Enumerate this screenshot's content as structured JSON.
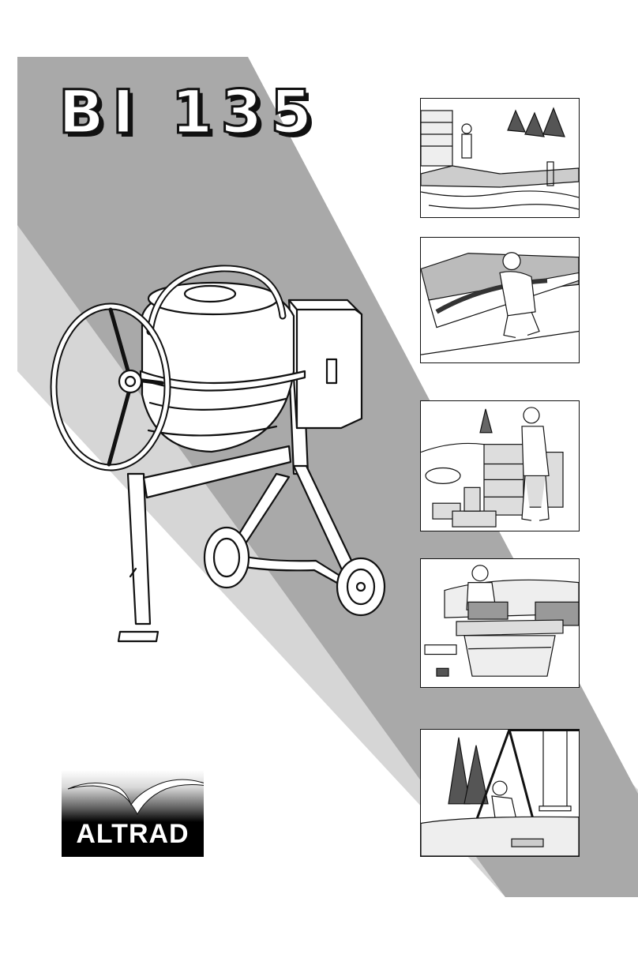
{
  "cover": {
    "model_title": "BI 135",
    "brand_name": "ALTRAD",
    "colors": {
      "band_gray": "#a9a9a9",
      "band_light": "#d6d6d6",
      "logo_black": "#000000",
      "line_art": "#111111"
    },
    "icons": [
      "cement-mixer-illustration",
      "bird-logo-icon"
    ],
    "scenes": [
      {
        "name": "pool-and-wall-scene"
      },
      {
        "name": "screeding-floor-scene"
      },
      {
        "name": "block-laying-scene"
      },
      {
        "name": "brick-barbecue-scene"
      },
      {
        "name": "swing-set-footing-scene"
      }
    ]
  }
}
